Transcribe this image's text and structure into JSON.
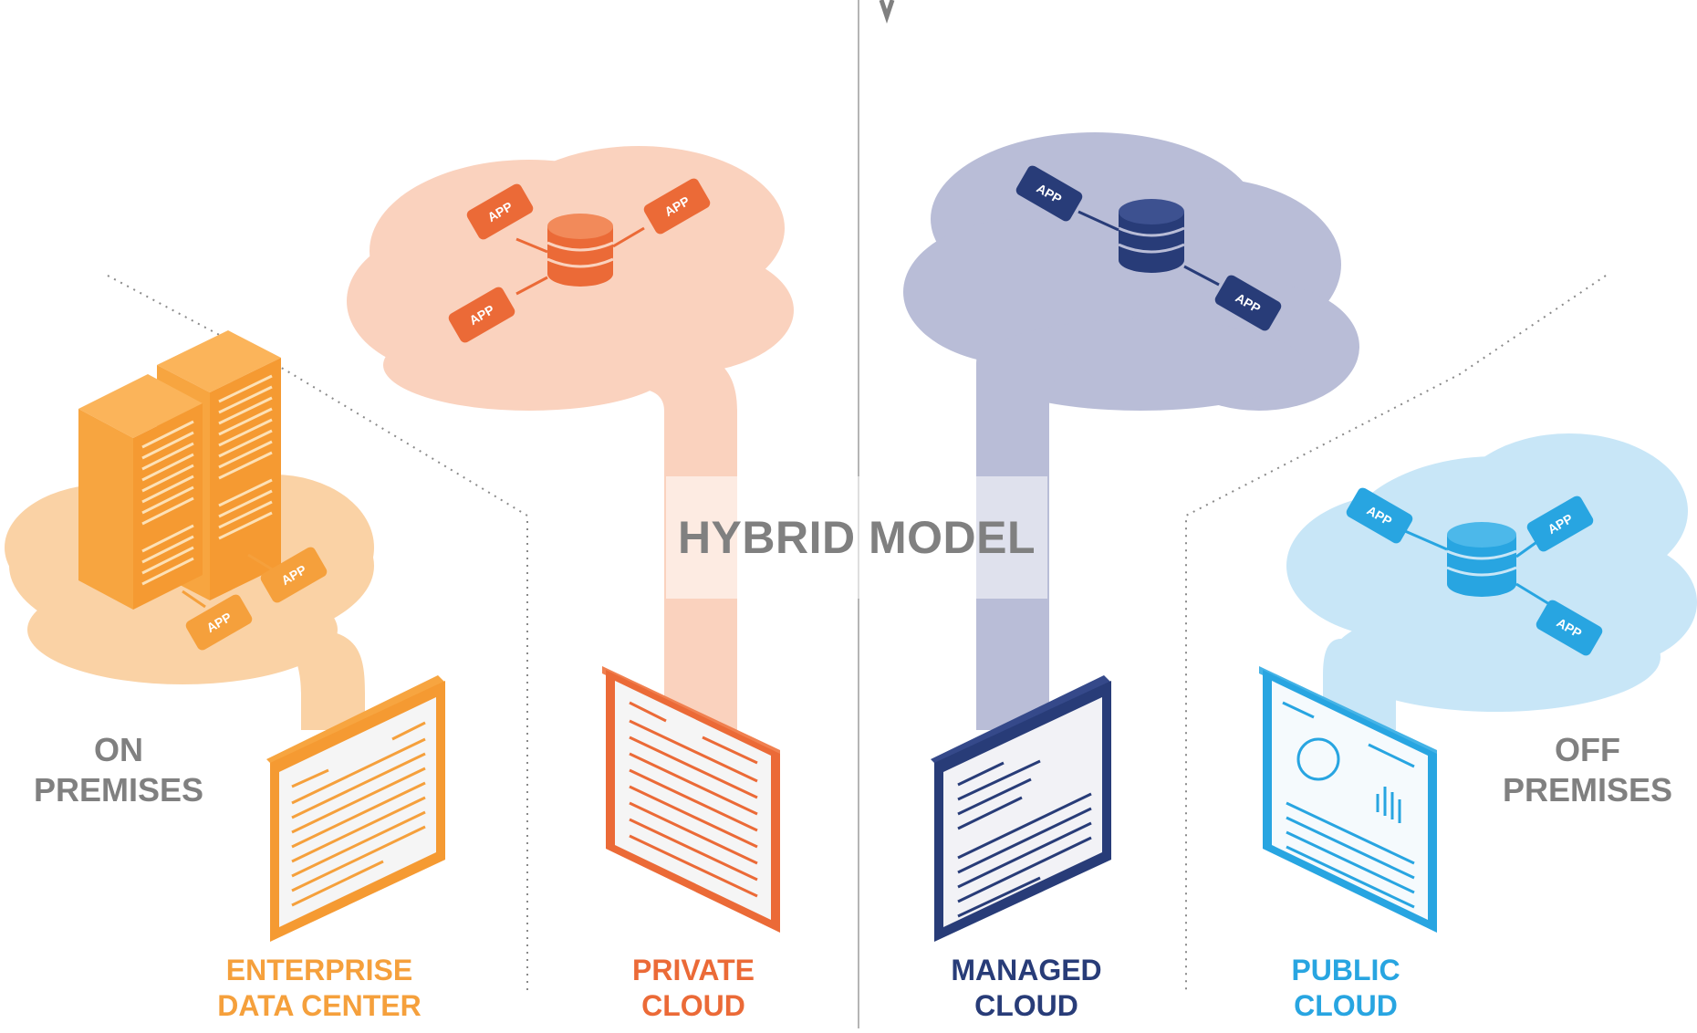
{
  "hybrid_label": "HYBRID MODEL",
  "on_premises": {
    "line1": "ON",
    "line2": "PREMISES"
  },
  "off_premises": {
    "line1": "OFF",
    "line2": "PREMISES"
  },
  "app_badge": "APP",
  "environments": [
    {
      "line1": "ENTERPRISE",
      "line2": "DATA CENTER",
      "color": "#f5a03c"
    },
    {
      "line1": "PRIVATE",
      "line2": "CLOUD",
      "color": "#eb6a37"
    },
    {
      "line1": "MANAGED",
      "line2": "CLOUD",
      "color": "#283c78"
    },
    {
      "line1": "PUBLIC",
      "line2": "CLOUD",
      "color": "#28a5e1"
    }
  ],
  "colors": {
    "enterprise_cloud": "#fad2a5",
    "private_cloud": "#fad2be",
    "managed_cloud": "#b9bdd7",
    "public_cloud": "#c8e6f7",
    "muted_text": "#808080"
  }
}
